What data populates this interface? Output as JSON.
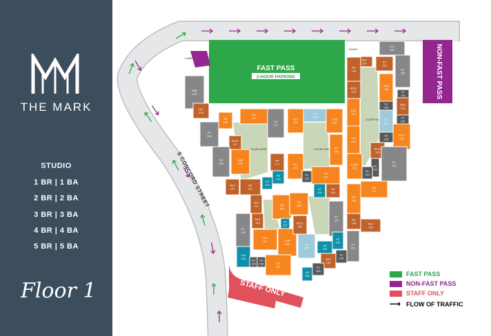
{
  "brand": {
    "name": "THE MARK",
    "floor": "Floor 1"
  },
  "unit_types": [
    {
      "label": "STUDIO",
      "color": "#58595b"
    },
    {
      "label": "1 BR | 1 BA",
      "color": "#0f8fa9"
    },
    {
      "label": "2 BR | 2 BA",
      "color": "#c0622a"
    },
    {
      "label": "3 BR | 3 BA",
      "color": "#9ecadb"
    },
    {
      "label": "4 BR | 4 BA",
      "color": "#f6851f"
    },
    {
      "label": "5 BR | 5 BA",
      "color": "#87878a"
    }
  ],
  "map": {
    "street": "S CONCORD STREET",
    "fast_pass": {
      "label": "FAST PASS",
      "sub": "2-HOUR PARKING",
      "color": "#2ea64a"
    },
    "non_fast_pass": {
      "label": "NON-FAST PASS",
      "color": "#93278f"
    },
    "staff_only": {
      "label": "STAFF ONLY",
      "color": "#e0515b"
    },
    "lobby": "LOBBY",
    "trash": "TRASH",
    "courtyard": "COURTYARD",
    "road_color": "#e6e7e8",
    "courtyard_color": "#c9d6b8",
    "units": [
      {
        "n": "E5B",
        "no": "103",
        "t": 5
      },
      {
        "n": "B11",
        "no": "104",
        "t": 2
      },
      {
        "n": "E1",
        "no": "106",
        "t": 5
      },
      {
        "n": "D8",
        "no": "105",
        "t": 4
      },
      {
        "n": "D1",
        "no": "173",
        "t": 4
      },
      {
        "n": "E4",
        "no": "174",
        "t": 5
      },
      {
        "n": "B13C",
        "no": "107",
        "t": 2
      },
      {
        "n": "D18",
        "no": "109",
        "t": 4
      },
      {
        "n": "E5",
        "no": "108",
        "t": 5
      },
      {
        "n": "B13",
        "no": "110",
        "t": 2
      },
      {
        "n": "B2",
        "no": "111",
        "t": 2
      },
      {
        "n": "A3",
        "no": "113",
        "t": 1
      },
      {
        "n": "A4",
        "no": "114",
        "t": 1
      },
      {
        "n": "B3",
        "no": "171",
        "t": 2
      },
      {
        "n": "D12",
        "no": "175",
        "t": 4
      },
      {
        "n": "C1",
        "no": "176",
        "t": 3
      },
      {
        "n": "D19",
        "no": "143",
        "t": 4
      },
      {
        "n": "Q1",
        "no": "145",
        "t": 4
      },
      {
        "n": "D2",
        "no": "170",
        "t": 4
      },
      {
        "n": "S1",
        "no": "115",
        "t": 0
      },
      {
        "n": "D4",
        "no": "117",
        "t": 4
      },
      {
        "n": "A7",
        "no": "116",
        "t": 1
      },
      {
        "n": "B4",
        "no": "118",
        "t": 2
      },
      {
        "n": "E2",
        "no": "154",
        "t": 5
      },
      {
        "n": "B12",
        "no": "137",
        "t": 2
      },
      {
        "n": "B7",
        "no": "135",
        "t": 2
      },
      {
        "n": "B9",
        "no": "140",
        "t": 2
      },
      {
        "n": "B13C",
        "no": "141",
        "t": 2
      },
      {
        "n": "D18",
        "no": "142",
        "t": 4
      },
      {
        "n": "D16",
        "no": "144",
        "t": 4
      },
      {
        "n": "D12D",
        "no": "119",
        "t": 4
      },
      {
        "n": "E1",
        "no": "153",
        "t": 5
      },
      {
        "n": "D18",
        "no": "132",
        "t": 4
      },
      {
        "n": "S1",
        "no": "130",
        "t": 0
      },
      {
        "n": "C1",
        "no": "127",
        "t": 3
      },
      {
        "n": "S3",
        "no": "126",
        "t": 0
      },
      {
        "n": "B15C",
        "no": "124",
        "t": 2
      },
      {
        "n": "S2",
        "no": "122",
        "t": 0
      },
      {
        "n": "S1",
        "no": "120",
        "t": 0
      },
      {
        "n": "S1",
        "no": "131",
        "t": 0
      },
      {
        "n": "B18",
        "no": "129",
        "t": 2
      },
      {
        "n": "S1",
        "no": "128",
        "t": 0
      },
      {
        "n": "D10",
        "no": "125",
        "t": 4
      },
      {
        "n": "E1",
        "no": "123",
        "t": 5
      },
      {
        "n": "D3",
        "no": "121",
        "t": 4
      },
      {
        "n": "D4",
        "no": "146",
        "t": 4
      },
      {
        "n": "B5",
        "no": "148",
        "t": 2
      },
      {
        "n": "B10",
        "no": "149",
        "t": 2
      },
      {
        "n": "B14",
        "no": "112",
        "t": 2
      },
      {
        "n": "D5",
        "no": "169",
        "t": 4
      },
      {
        "n": "B18",
        "no": "163",
        "t": 2
      },
      {
        "n": "A1",
        "no": "167",
        "t": 1
      },
      {
        "n": "D11",
        "no": "161",
        "t": 4
      },
      {
        "n": "D16",
        "no": "164",
        "t": 4
      },
      {
        "n": "E1",
        "no": "162",
        "t": 5
      },
      {
        "n": "A10",
        "no": "160",
        "t": 1
      },
      {
        "n": "S6",
        "no": "159",
        "t": 0
      },
      {
        "n": "S6",
        "no": "158",
        "t": 0
      },
      {
        "n": "D1",
        "no": "157",
        "t": 4
      },
      {
        "n": "D3",
        "no": "168",
        "t": 4
      },
      {
        "n": "B13C",
        "no": "166",
        "t": 2
      },
      {
        "n": "C6",
        "no": "165",
        "t": 3
      },
      {
        "n": "E1",
        "no": "147",
        "t": 5
      },
      {
        "n": "A2",
        "no": "150",
        "t": 1
      },
      {
        "n": "A5",
        "no": "153",
        "t": 1
      },
      {
        "n": "B13",
        "no": "154",
        "t": 2
      },
      {
        "n": "S1",
        "no": "152",
        "t": 0
      },
      {
        "n": "E1",
        "no": "155",
        "t": 0
      },
      {
        "n": "A8",
        "no": "156",
        "t": 1
      },
      {
        "n": "E1",
        "no": "151",
        "t": 5
      }
    ]
  },
  "key": [
    {
      "label": "FAST PASS",
      "color": "#2ea64a"
    },
    {
      "label": "NON-FAST PASS",
      "color": "#93278f"
    },
    {
      "label": "STAFF ONLY",
      "color": "#e0515b"
    },
    {
      "label": "FLOW OF TRAFFIC",
      "color": "#111111",
      "icon": "arrow-right-icon"
    }
  ]
}
